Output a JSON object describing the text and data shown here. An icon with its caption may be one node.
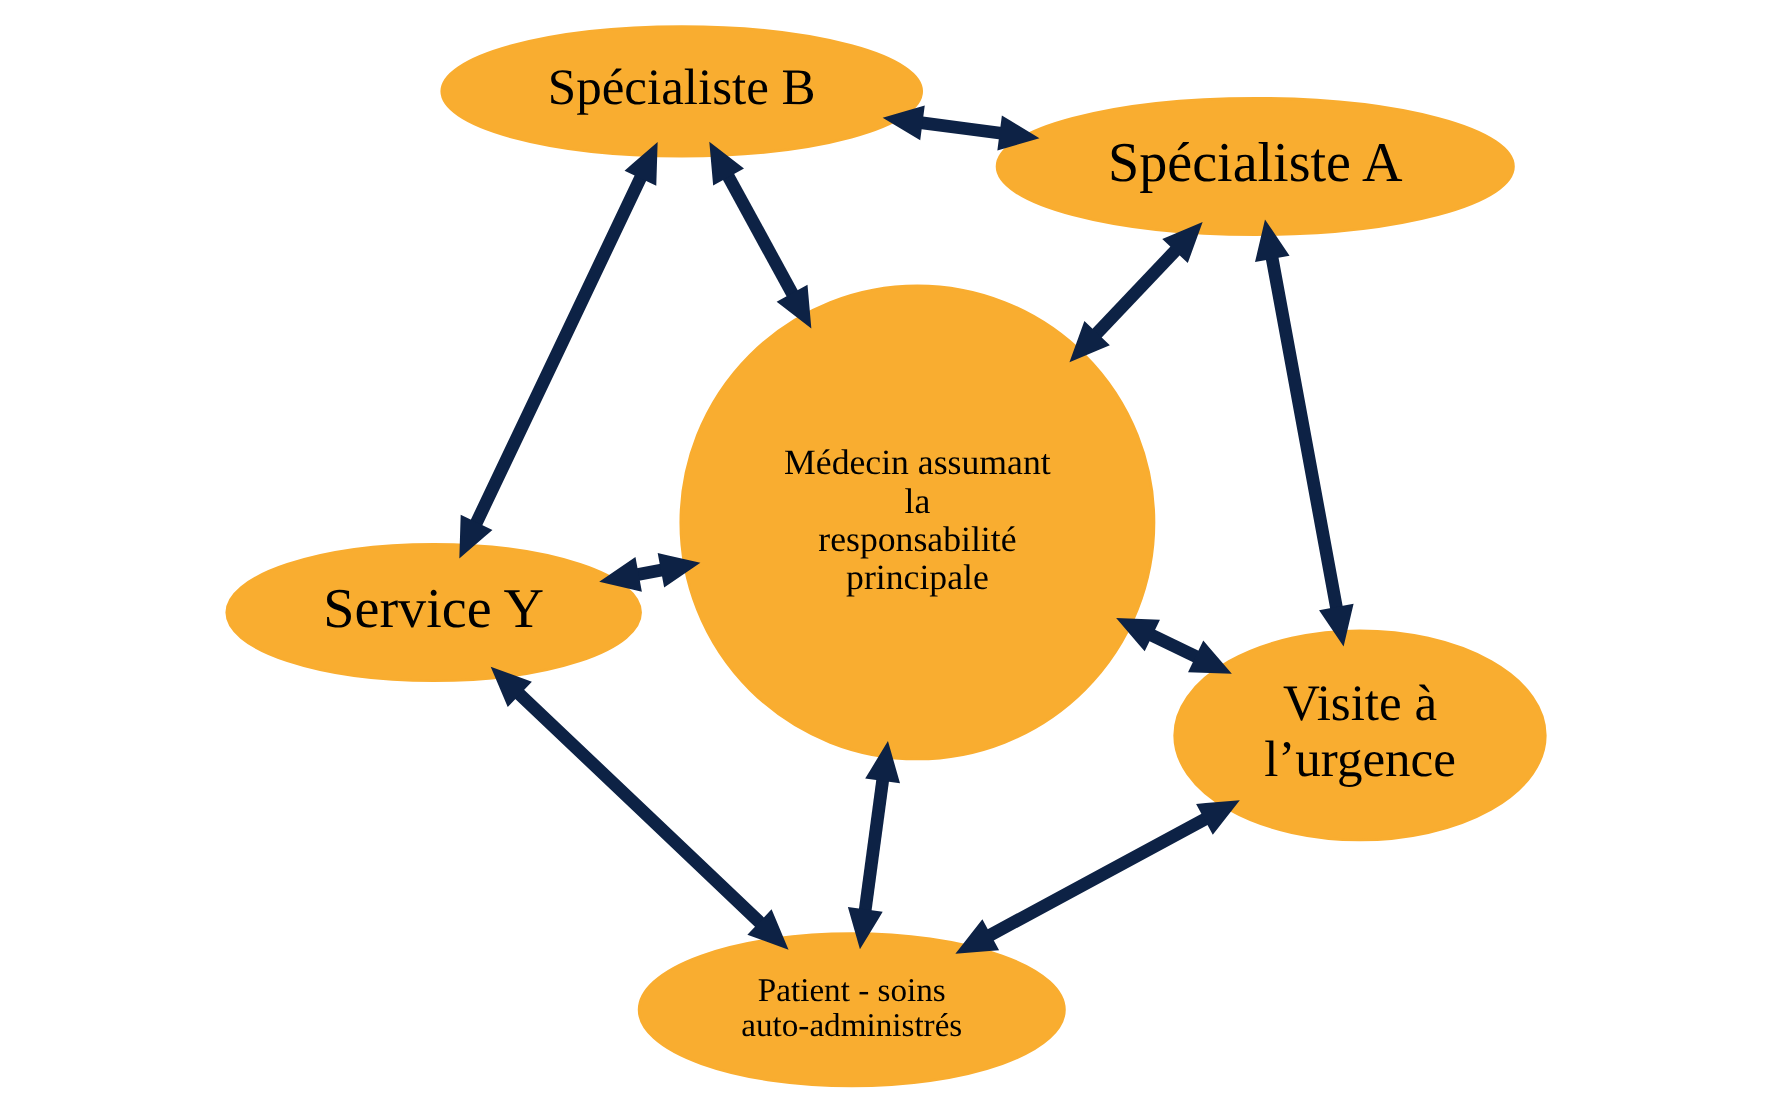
{
  "diagram": {
    "nodes": [
      {
        "text": [
          "Spécialiste A"
        ]
      },
      {
        "text": [
          "Visite à l’urgence"
        ]
      },
      {
        "text": [
          "Médecin assumant la responsabilité principale"
        ]
      },
      {
        "text": [
          "Spécialiste B"
        ]
      },
      {
        "text": [
          "Patient - soins auto-administrés"
        ]
      },
      {
        "text": [
          "Service Y"
        ]
      }
    ],
    "edges": [
      {
        "from": 0,
        "to": 1,
        "arrow": "both"
      },
      {
        "from": 0,
        "to": 2,
        "arrow": "both"
      },
      {
        "from": 0,
        "to": 3,
        "arrow": "both"
      },
      {
        "from": 1,
        "to": 2,
        "arrow": "both"
      },
      {
        "from": 2,
        "to": 3,
        "arrow": "both"
      },
      {
        "from": 1,
        "to": 4,
        "arrow": "both"
      },
      {
        "from": 2,
        "to": 4,
        "arrow": "both"
      },
      {
        "from": 2,
        "to": 5,
        "arrow": "both"
      },
      {
        "from": 3,
        "to": 5,
        "arrow": "both"
      },
      {
        "from": 4,
        "to": 5,
        "arrow": "both"
      }
    ]
  }
}
